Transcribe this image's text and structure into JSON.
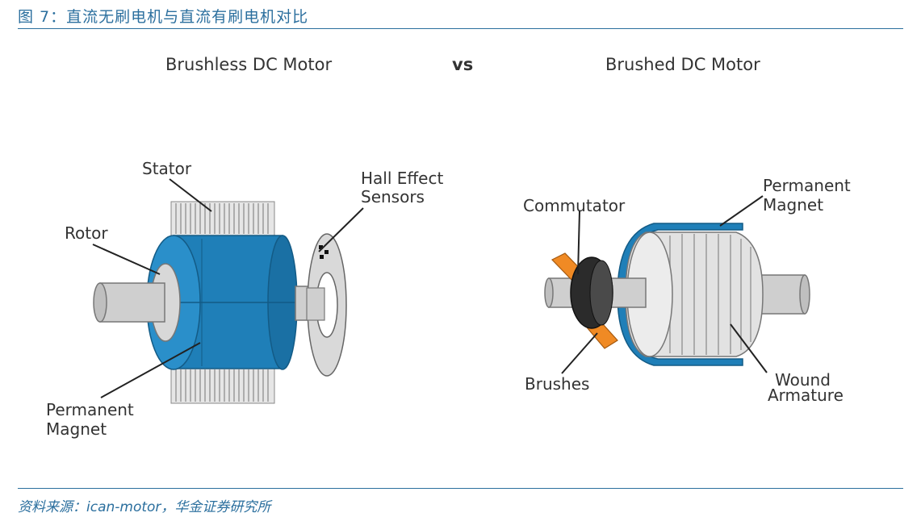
{
  "figure": {
    "title": "图 7：直流无刷电机与直流有刷电机对比",
    "source": "资料来源：ican-motor，华金证券研究所"
  },
  "diagram": {
    "left_heading": "Brushless DC Motor",
    "vs_label": "vs",
    "right_heading": "Brushed DC Motor",
    "brushless_labels": {
      "stator": "Stator",
      "hall_line1": "Hall Effect",
      "hall_line2": "Sensors",
      "rotor": "Rotor",
      "magnet_line1": "Permanent",
      "magnet_line2": "Magnet"
    },
    "brushed_labels": {
      "commutator": "Commutator",
      "magnet_line1": "Permanent",
      "magnet_line2": "Magnet",
      "brushes": "Brushes",
      "armature_line1": "Wound",
      "armature_line2": "Armature"
    }
  },
  "colors": {
    "accent": "#2b6f9e",
    "motor_blue": "#1f7fb8",
    "brush_orange": "#f08a24",
    "shaft_gray": "#c8c8c8"
  }
}
